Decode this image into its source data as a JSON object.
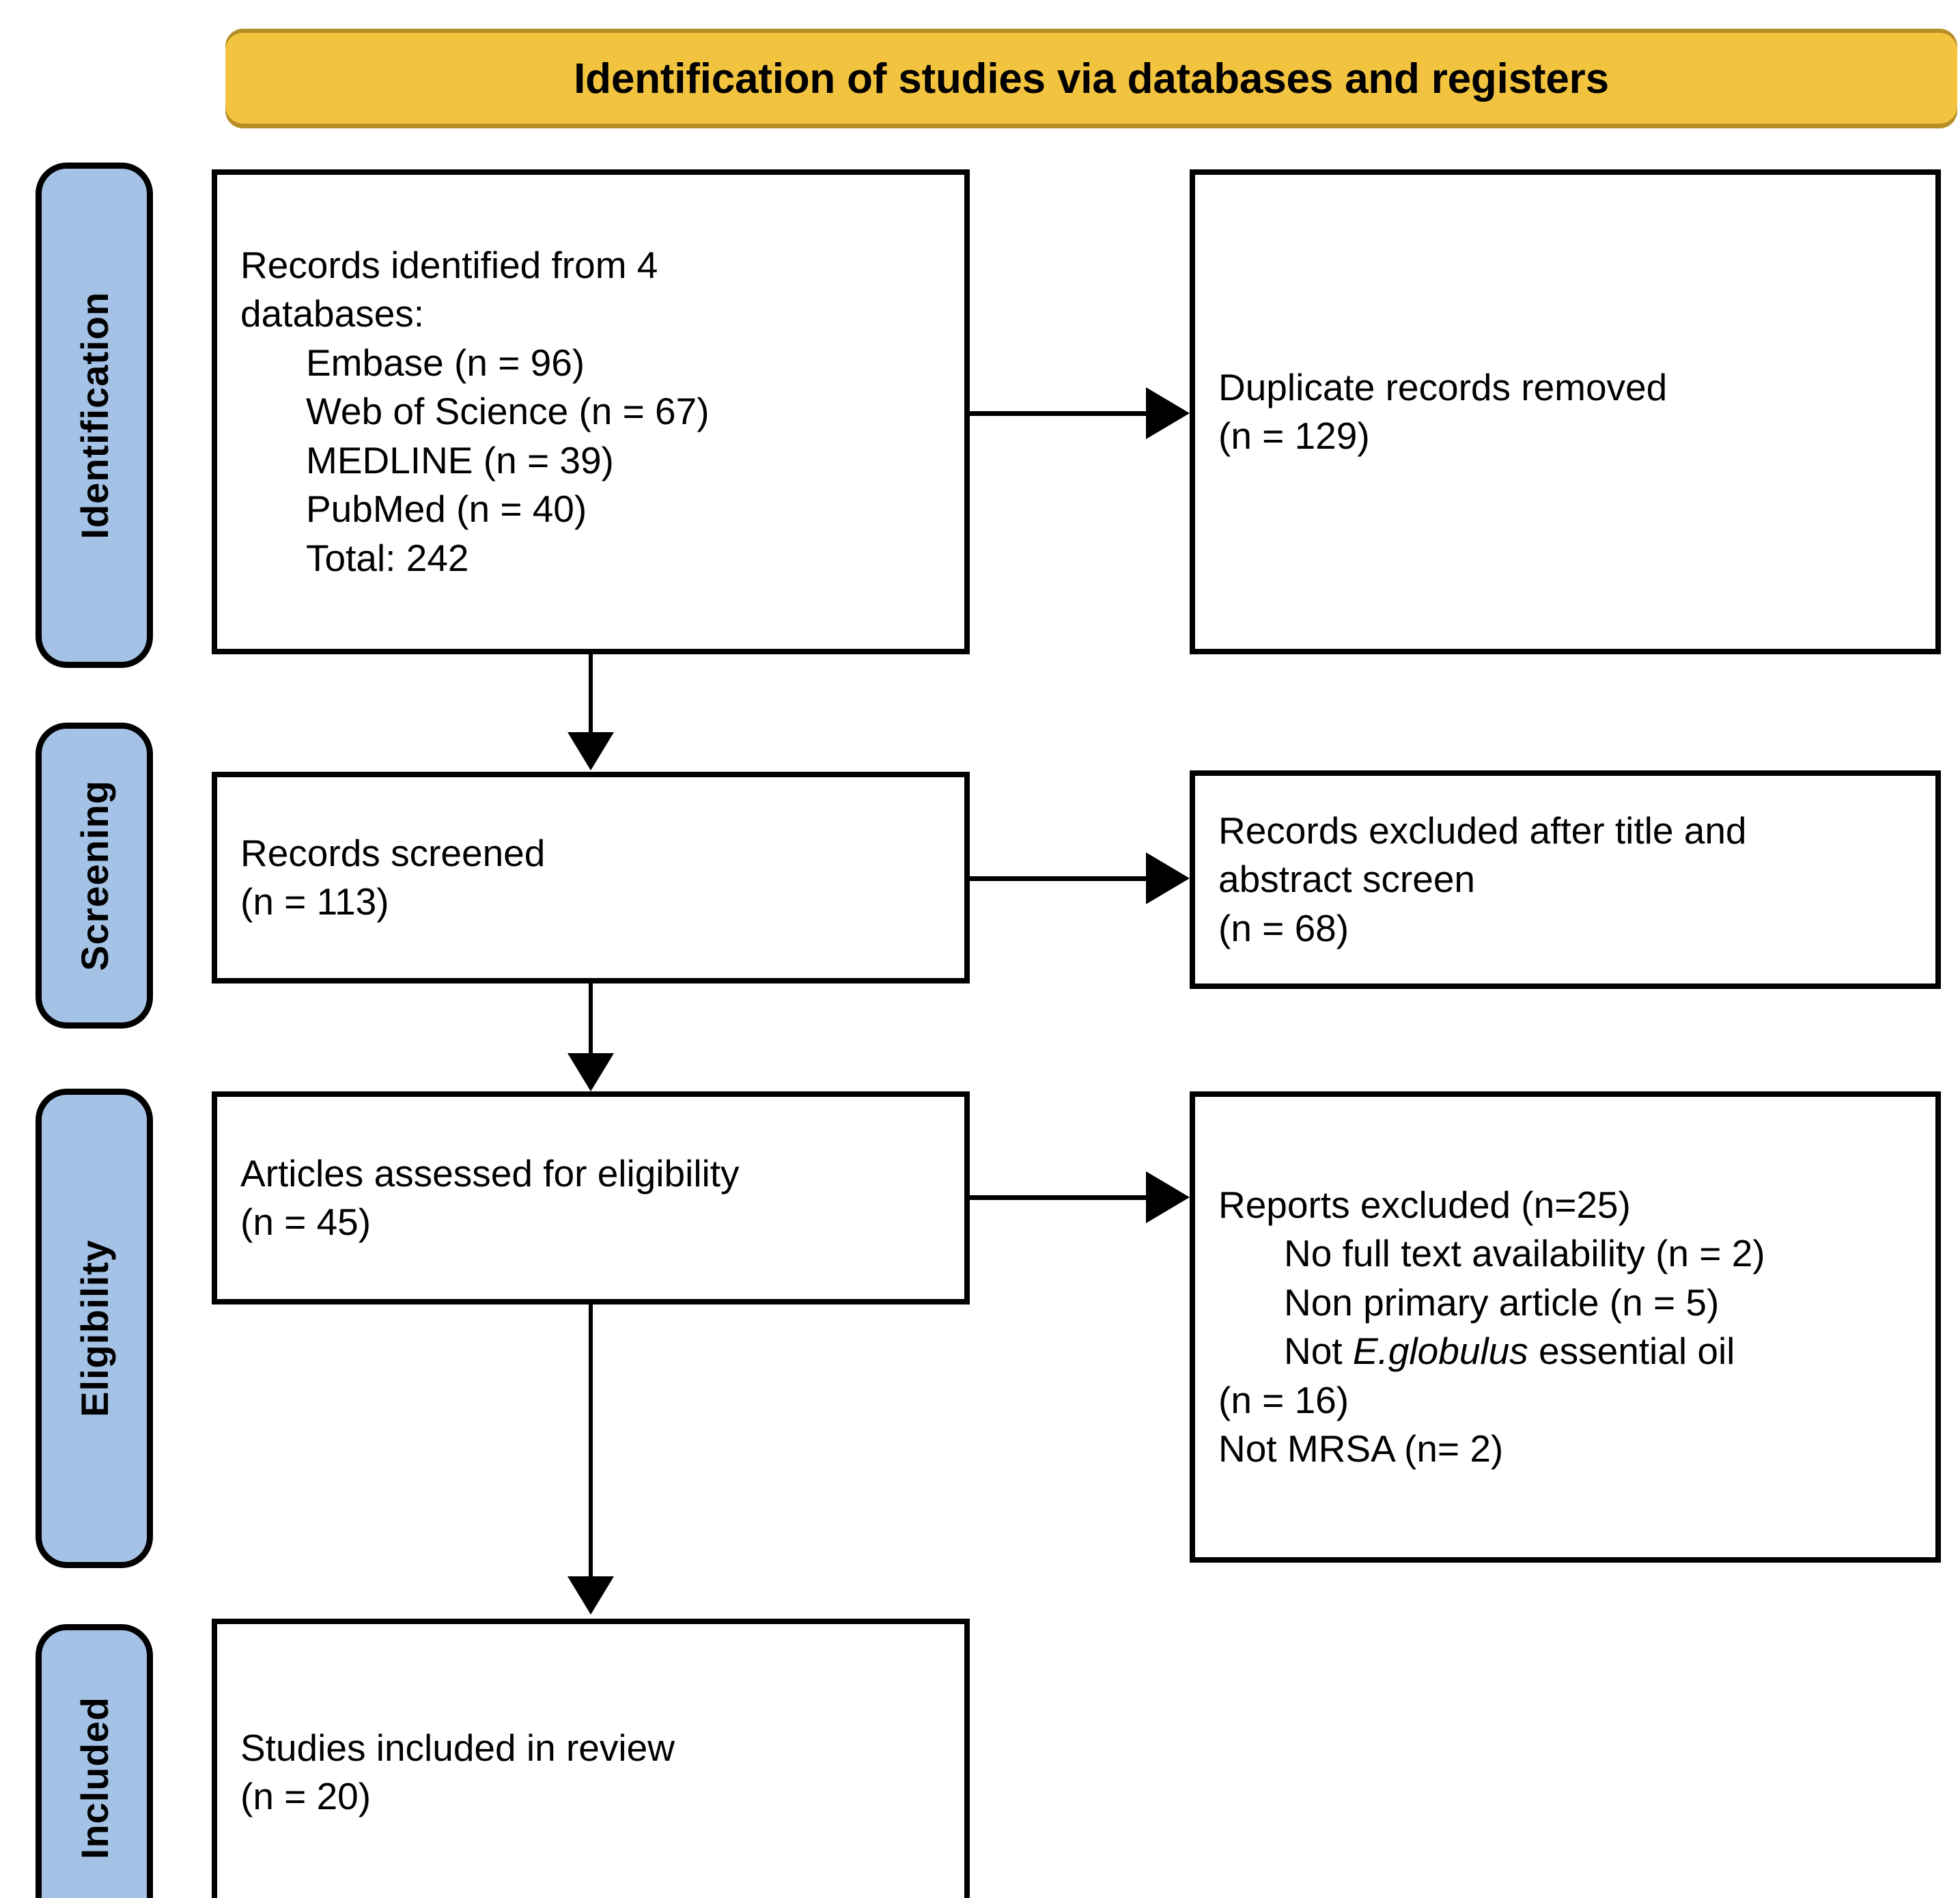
{
  "diagram": {
    "type": "prisma-flow-diagram",
    "banner_title": "Identification of studies via databases and registers",
    "colors": {
      "banner_fill": "#F2C33F",
      "banner_edge": "#B68F27",
      "stage_label_fill": "#A4C2E6",
      "box_border": "#000000",
      "box_fill": "#FFFFFF",
      "text": "#000000"
    },
    "stage_labels": [
      {
        "id": "identification",
        "label": "Identification"
      },
      {
        "id": "screening",
        "label": "Screening"
      },
      {
        "id": "eligibility",
        "label": "Eligibility"
      },
      {
        "id": "included",
        "label": "Included"
      }
    ],
    "boxes": {
      "identification_records": {
        "line1": "Records identified from 4",
        "line2": "databases:",
        "item1": "Embase (n = 96)",
        "item2": "Web of Science (n = 67)",
        "item3": "MEDLINE (n = 39)",
        "item4": "PubMed (n = 40)",
        "item5": "Total: 242"
      },
      "duplicates_removed": {
        "line1": "Duplicate records removed",
        "line2": "(n = 129)"
      },
      "records_screened": {
        "line1": "Records screened",
        "line2": "(n = 113)"
      },
      "records_excluded": {
        "line1": "Records excluded after title and",
        "line2": "abstract screen",
        "line3": "(n = 68)"
      },
      "articles_assessed": {
        "line1": "Articles assessed for eligibility",
        "line2": "(n = 45)"
      },
      "reports_excluded": {
        "heading": "Reports excluded (n=25)",
        "reason1": "No full text availability (n = 2)",
        "reason2": "Non primary article (n = 5)",
        "reason3_pre": "Not ",
        "reason3_species": "E.globulus",
        "reason3_post": " essential oil",
        "reason3_count": "(n = 16)",
        "reason4": "Not MRSA (n= 2)"
      },
      "studies_included": {
        "line1": "Studies included in review",
        "line2": "(n = 20)"
      }
    },
    "counts": {
      "embase": 96,
      "web_of_science": 67,
      "medline": 39,
      "pubmed": 40,
      "total_identified": 242,
      "duplicates_removed": 129,
      "records_screened": 113,
      "records_excluded_title_abstract": 68,
      "articles_assessed": 45,
      "reports_excluded_total": 25,
      "excluded_no_full_text": 2,
      "excluded_non_primary": 5,
      "excluded_not_species": 16,
      "excluded_not_mrsa": 2,
      "studies_included": 20
    }
  }
}
